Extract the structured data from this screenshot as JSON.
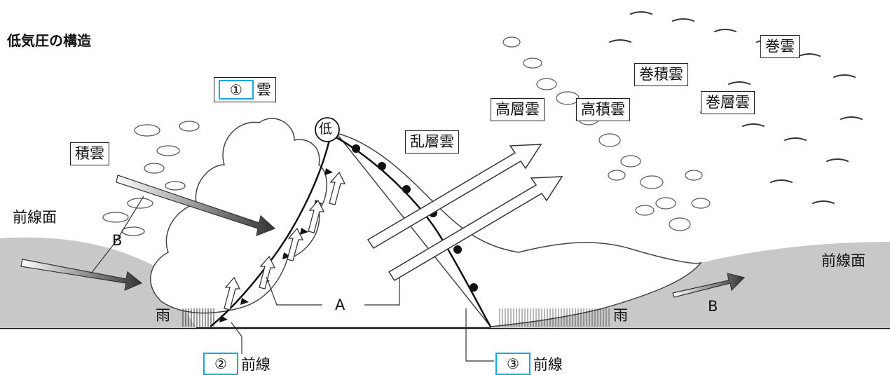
{
  "title": "低気圧の構造",
  "clouds": {
    "kenun": "巻雲",
    "kensekiun": "巻積雲",
    "kensouun": "巻層雲",
    "kousouun": "高層雲",
    "kousekiun": "高積雲",
    "ransouun": "乱層雲",
    "sekiun": "積雲",
    "blank1_num": "①",
    "blank1_suffix": "雲"
  },
  "labels": {
    "low": "低",
    "front_surface_left": "前線面",
    "front_surface_right": "前線面",
    "b_left": "B",
    "b_right": "B",
    "a": "A",
    "rain_left": "雨",
    "rain_right": "雨"
  },
  "fronts": {
    "blank2_num": "②",
    "blank2_suffix": "前線",
    "blank3_num": "③",
    "blank3_suffix": "前線"
  },
  "colors": {
    "blank_border": "#1aa6df",
    "warm_air": "#c8c8c8",
    "front_line": "#111111"
  }
}
